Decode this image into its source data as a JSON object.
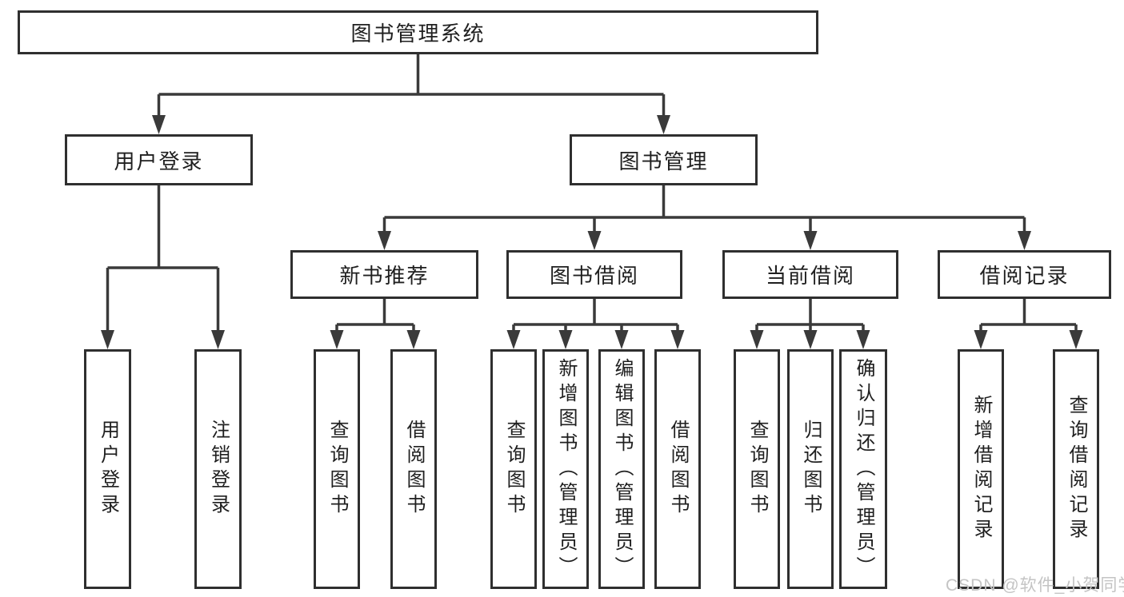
{
  "page": {
    "background": "#ffffff"
  },
  "colors": {
    "line": "#3a3a3a",
    "box_border": "#2f2f2f",
    "box_fill": "#ffffff",
    "text": "#1f1f1f",
    "watermark": "#c4c4c4"
  },
  "diagram": {
    "type": "tree",
    "root": {
      "label": "图书管理系统"
    },
    "branches": [
      {
        "label": "用户登录",
        "children": [
          {
            "label": "用户登录"
          },
          {
            "label": "注销登录"
          }
        ]
      },
      {
        "label": "图书管理",
        "children": [
          {
            "label": "新书推荐",
            "children": [
              {
                "label": "查询图书"
              },
              {
                "label": "借阅图书"
              }
            ]
          },
          {
            "label": "图书借阅",
            "children": [
              {
                "label": "查询图书"
              },
              {
                "label": "新增图书（管理员）"
              },
              {
                "label": "编辑图书（管理员）"
              },
              {
                "label": "借阅图书"
              }
            ]
          },
          {
            "label": "当前借阅",
            "children": [
              {
                "label": "查询图书"
              },
              {
                "label": "归还图书"
              },
              {
                "label": "确认归还（管理员）"
              }
            ]
          },
          {
            "label": "借阅记录",
            "children": [
              {
                "label": "新增借阅记录"
              },
              {
                "label": "查询借阅记录"
              }
            ]
          }
        ]
      }
    ]
  },
  "watermark": {
    "text": "CSDN @软件_小贺同学"
  }
}
